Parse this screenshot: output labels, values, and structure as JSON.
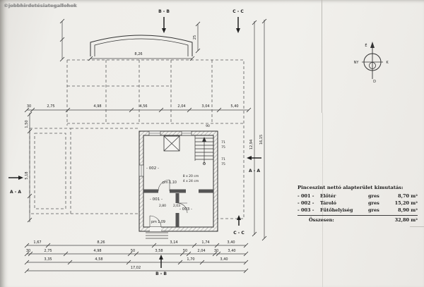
{
  "watermark": {
    "text": "©jobbhirdetésiategallohok"
  },
  "sections": {
    "bb_top": "B - B",
    "cc_top": "C - C",
    "aa_left": "A - A",
    "aa_right": "A - A",
    "cc_bottom": "C - C",
    "bb_bottom": "B - B"
  },
  "compass": {
    "n": "É",
    "e": "K",
    "w": "NY",
    "s": "D"
  },
  "rooms": {
    "r002": "- 002 -",
    "r001": "- 001 -",
    "r003": "- 003 -"
  },
  "notes": {
    "pm110": "pm 1,10",
    "pm109": "pm 1,09",
    "stair_note1": "8 x 20 cm",
    "stair_note2": "4 x 24 cm",
    "niche1_top": "71",
    "niche1_bottom": "75",
    "niche2_top": "71",
    "niche2_bottom": "75",
    "door_width": "90",
    "dim_280": "2,80",
    "dim_203": "2,03",
    "dim_25": "25"
  },
  "dims": {
    "top": [
      "30",
      "2,75",
      "4,98",
      "4,56",
      "2,04",
      "3,04",
      "5,40"
    ],
    "arc": "8,26",
    "left": [
      "1,50",
      "5,18"
    ],
    "right": [
      "12,94",
      "16,15"
    ],
    "b1": [
      "1,67",
      "8,26",
      "3,14",
      "1,74",
      "3,40"
    ],
    "b2": [
      "30",
      "2,75",
      "4,98",
      "50",
      "3,58",
      "50",
      "2,04",
      "30",
      "3,40"
    ],
    "b3": [
      "3,35",
      "4,58",
      "1,70",
      "3,40"
    ],
    "total": "17,02"
  },
  "legend": {
    "title": "Pinceszint nettó alapterület kimutatás:",
    "rows": [
      {
        "code": "- 001 -",
        "name": "Előtér",
        "finish": "gres",
        "area": "8,70 m²"
      },
      {
        "code": "- 002 -",
        "name": "Tároló",
        "finish": "gres",
        "area": "15,20 m²"
      },
      {
        "code": "- 003 -",
        "name": "Fűtőhelyiség",
        "finish": "gres",
        "area": "8,90 m²"
      }
    ],
    "total_label": "Összesen:",
    "total_value": "32,80 m²"
  }
}
